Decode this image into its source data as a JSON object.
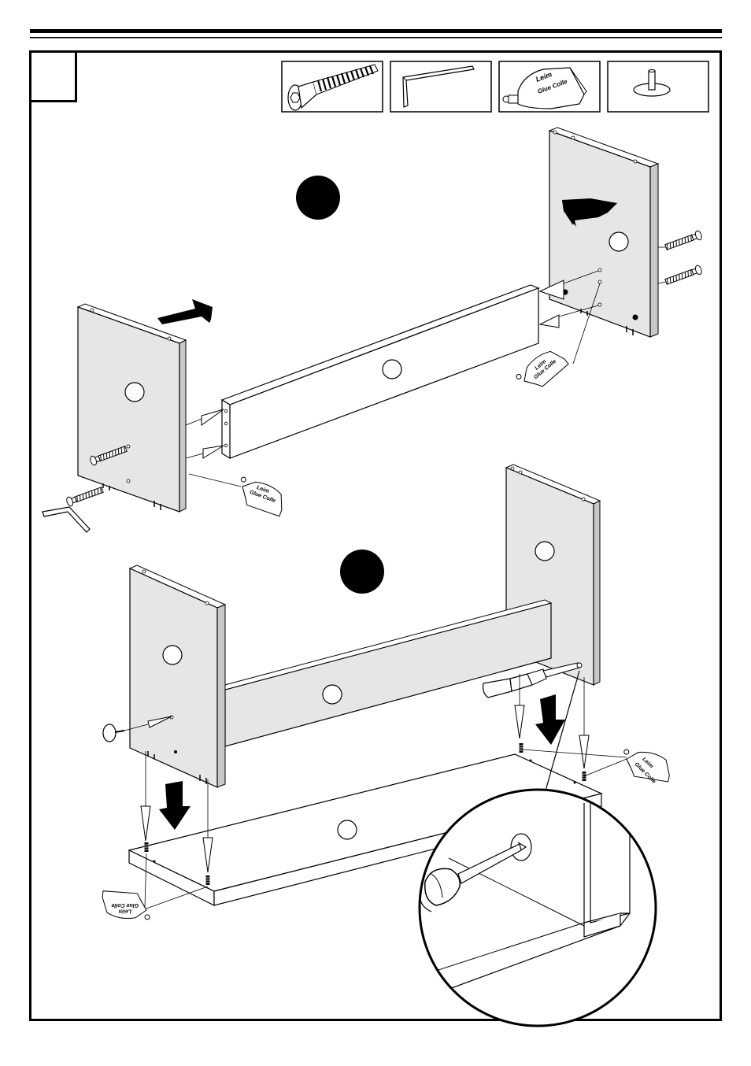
{
  "page": {
    "step_number": "",
    "stage_markers": [
      "",
      ""
    ]
  },
  "parts_legend": [
    {
      "name": "connector-bolt"
    },
    {
      "name": "allen-key"
    },
    {
      "name": "glue-tube",
      "text_line1": "Leim",
      "text_line2": "Glue Colle"
    },
    {
      "name": "wooden-dowel"
    }
  ],
  "glue_tube": {
    "text_line1": "Leim",
    "text_line2": "Glue Colle"
  },
  "colors": {
    "panel_fill": "#e6e6e6",
    "panel_edge": "#c8c8c8",
    "line": "#000000",
    "marker": "#000000"
  }
}
